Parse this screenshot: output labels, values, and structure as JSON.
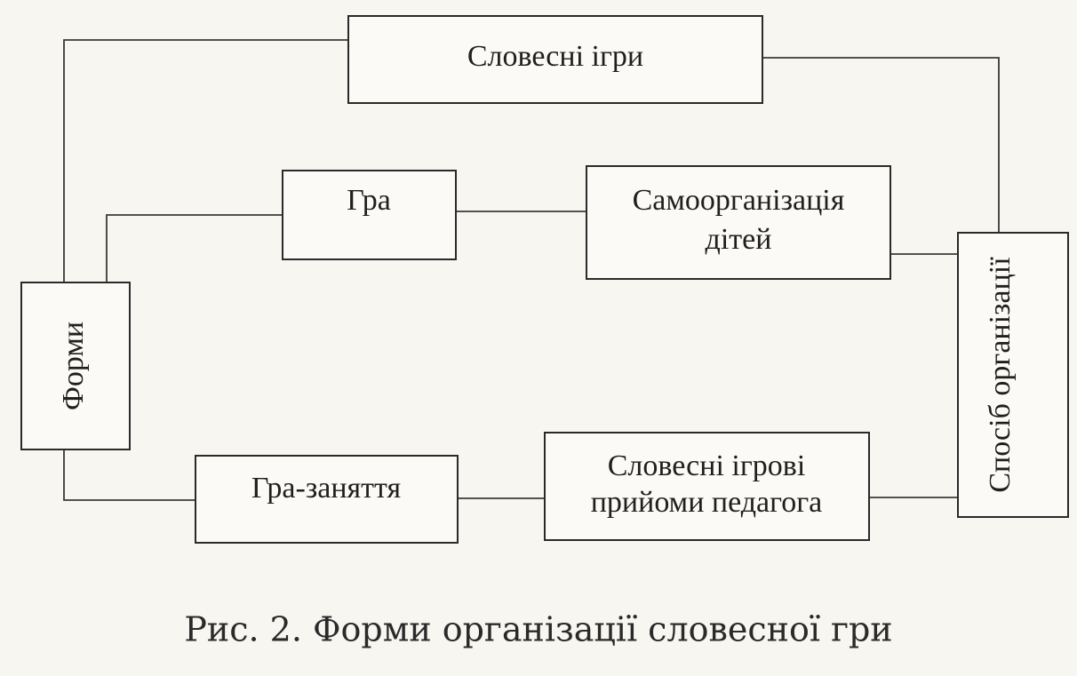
{
  "diagram": {
    "nodes": {
      "verbal_games": "Словесні ігри",
      "game": "Гра",
      "self_organization_line1": "Самоорганізація",
      "self_organization_line2": "дітей",
      "forms": "Форми",
      "method_of_organization": "Спосіб організації",
      "game_lesson": "Гра-заняття",
      "teacher_techniques_line1": "Словесні ігрові",
      "teacher_techniques_line2": "прийоми педагога"
    },
    "caption": "Рис. 2. Форми організації словесної гри"
  }
}
